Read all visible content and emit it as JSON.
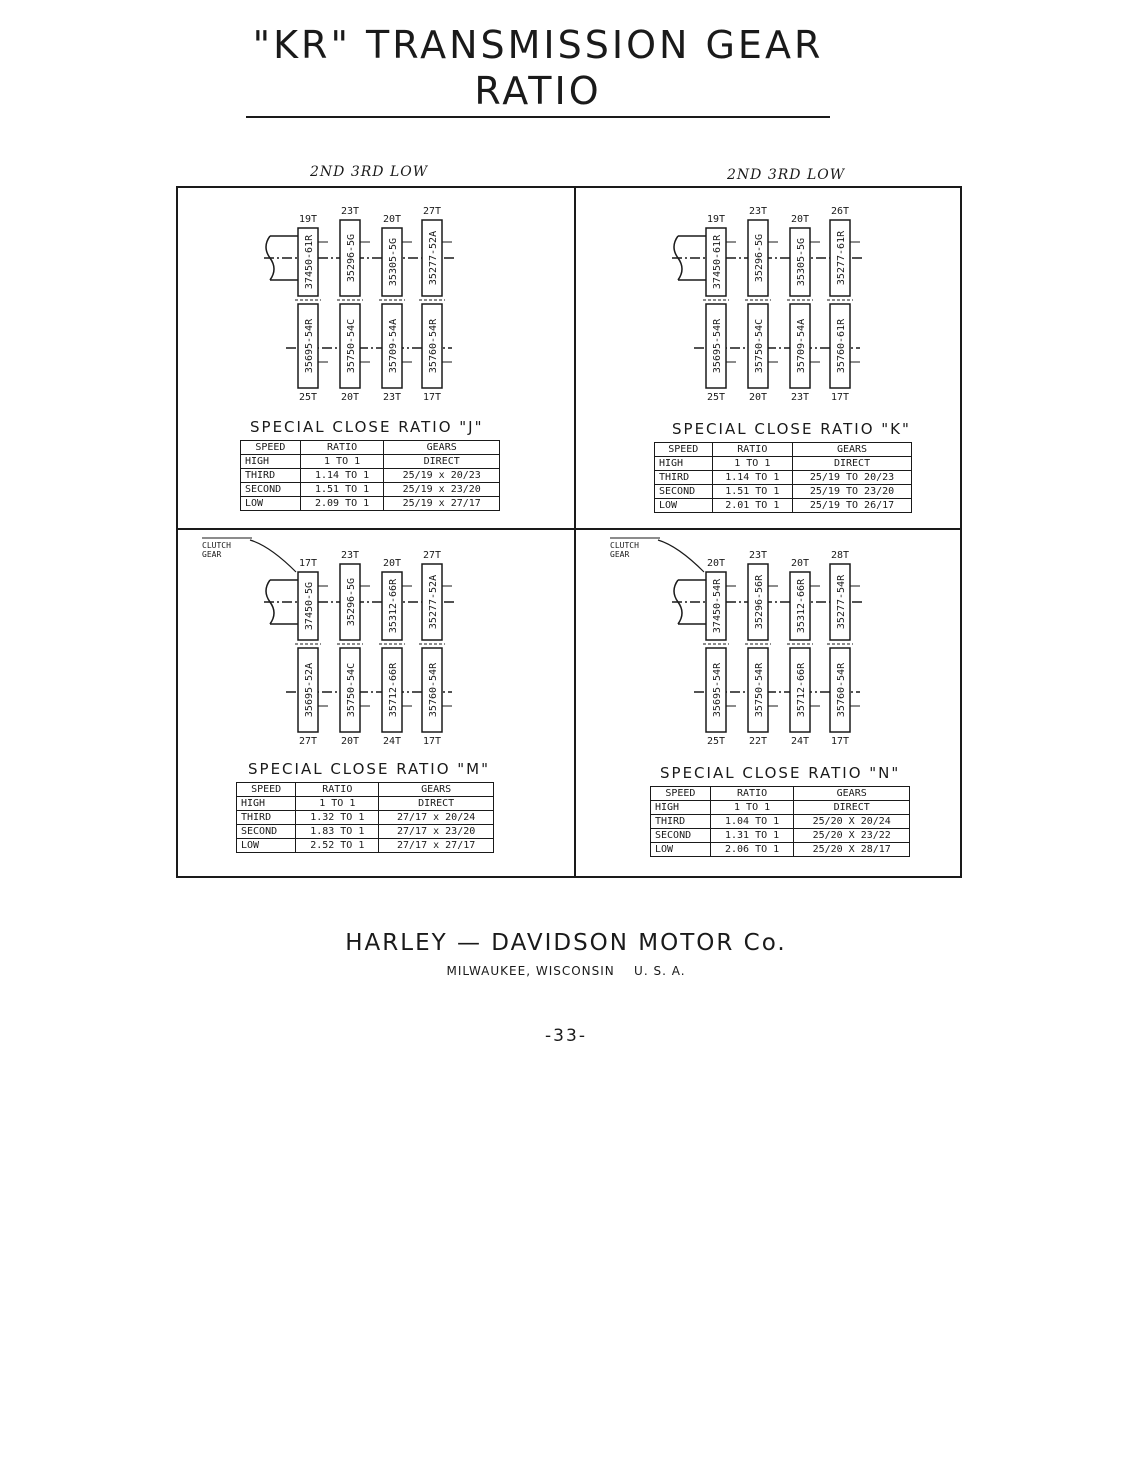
{
  "title": "\"KR\" TRANSMISSION GEAR RATIO",
  "speed_header": "2ND 3RD LOW",
  "panels": [
    {
      "id": "j",
      "title": "SPECIAL CLOSE RATIO \"J\"",
      "clutch_label": "",
      "top_gears": [
        {
          "part": "37450-61R",
          "teeth": "19T"
        },
        {
          "part": "35296-5G",
          "teeth": "23T"
        },
        {
          "part": "35305-5G",
          "teeth": "20T"
        },
        {
          "part": "35277-52A",
          "teeth": "27T"
        }
      ],
      "bottom_gears": [
        {
          "part": "35695-54R",
          "teeth": "25T"
        },
        {
          "part": "35750-54C",
          "teeth": "20T"
        },
        {
          "part": "35709-54A",
          "teeth": "23T"
        },
        {
          "part": "35760-54R",
          "teeth": "17T"
        }
      ],
      "table": {
        "headers": [
          "SPEED",
          "RATIO",
          "GEARS"
        ],
        "rows": [
          [
            "HIGH",
            "1 TO 1",
            "DIRECT"
          ],
          [
            "THIRD",
            "1.14 TO 1",
            "25/19 x 20/23"
          ],
          [
            "SECOND",
            "1.51 TO 1",
            "25/19 x 23/20"
          ],
          [
            "LOW",
            "2.09 TO 1",
            "25/19 x 27/17"
          ]
        ]
      }
    },
    {
      "id": "k",
      "title": "SPECIAL CLOSE RATIO \"K\"",
      "clutch_label": "",
      "top_gears": [
        {
          "part": "37450-61R",
          "teeth": "19T"
        },
        {
          "part": "35296-5G",
          "teeth": "23T"
        },
        {
          "part": "35305-5G",
          "teeth": "20T"
        },
        {
          "part": "35277-61R",
          "teeth": "26T"
        }
      ],
      "bottom_gears": [
        {
          "part": "35695-54R",
          "teeth": "25T"
        },
        {
          "part": "35750-54C",
          "teeth": "20T"
        },
        {
          "part": "35709-54A",
          "teeth": "23T"
        },
        {
          "part": "35760-61R",
          "teeth": "17T"
        }
      ],
      "table": {
        "headers": [
          "SPEED",
          "RATIO",
          "GEARS"
        ],
        "rows": [
          [
            "HIGH",
            "1 TO 1",
            "DIRECT"
          ],
          [
            "THIRD",
            "1.14 TO 1",
            "25/19 TO 20/23"
          ],
          [
            "SECOND",
            "1.51 TO 1",
            "25/19 TO 23/20"
          ],
          [
            "LOW",
            "2.01 TO 1",
            "25/19 TO 26/17"
          ]
        ]
      }
    },
    {
      "id": "m",
      "title": "SPECIAL CLOSE RATIO \"M\"",
      "clutch_label": "CLUTCH GEAR",
      "top_gears": [
        {
          "part": "37450-5G",
          "teeth": "17T"
        },
        {
          "part": "35296-5G",
          "teeth": "23T"
        },
        {
          "part": "35312-66R",
          "teeth": "20T"
        },
        {
          "part": "35277-52A",
          "teeth": "27T"
        }
      ],
      "bottom_gears": [
        {
          "part": "35695-52A",
          "teeth": "27T"
        },
        {
          "part": "35750-54C",
          "teeth": "20T"
        },
        {
          "part": "35712-66R",
          "teeth": "24T"
        },
        {
          "part": "35760-54R",
          "teeth": "17T"
        }
      ],
      "table": {
        "headers": [
          "SPEED",
          "RATIO",
          "GEARS"
        ],
        "rows": [
          [
            "HIGH",
            "1 TO 1",
            "DIRECT"
          ],
          [
            "THIRD",
            "1.32 TO 1",
            "27/17 x 20/24"
          ],
          [
            "SECOND",
            "1.83 TO 1",
            "27/17 x 23/20"
          ],
          [
            "LOW",
            "2.52 TO 1",
            "27/17 x 27/17"
          ]
        ]
      }
    },
    {
      "id": "n",
      "title": "SPECIAL CLOSE RATIO \"N\"",
      "clutch_label": "CLUTCH GEAR",
      "top_gears": [
        {
          "part": "37450-54R",
          "teeth": "20T"
        },
        {
          "part": "35296-56R",
          "teeth": "23T"
        },
        {
          "part": "35312-66R",
          "teeth": "20T"
        },
        {
          "part": "35277-54R",
          "teeth": "28T"
        }
      ],
      "bottom_gears": [
        {
          "part": "35695-54R",
          "teeth": "25T"
        },
        {
          "part": "35750-54R",
          "teeth": "22T"
        },
        {
          "part": "35712-66R",
          "teeth": "24T"
        },
        {
          "part": "35760-54R",
          "teeth": "17T"
        }
      ],
      "table": {
        "headers": [
          "SPEED",
          "RATIO",
          "GEARS"
        ],
        "rows": [
          [
            "HIGH",
            "1 TO 1",
            "DIRECT"
          ],
          [
            "THIRD",
            "1.04 TO 1",
            "25/20 X 20/24"
          ],
          [
            "SECOND",
            "1.31 TO 1",
            "25/20 X 23/22"
          ],
          [
            "LOW",
            "2.06 TO 1",
            "25/20 X 28/17"
          ]
        ]
      }
    }
  ],
  "footer": {
    "company": "HARLEY — DAVIDSON MOTOR Co.",
    "location": "MILWAUKEE, WISCONSIN    U. S. A.",
    "page_number": "-33-"
  }
}
